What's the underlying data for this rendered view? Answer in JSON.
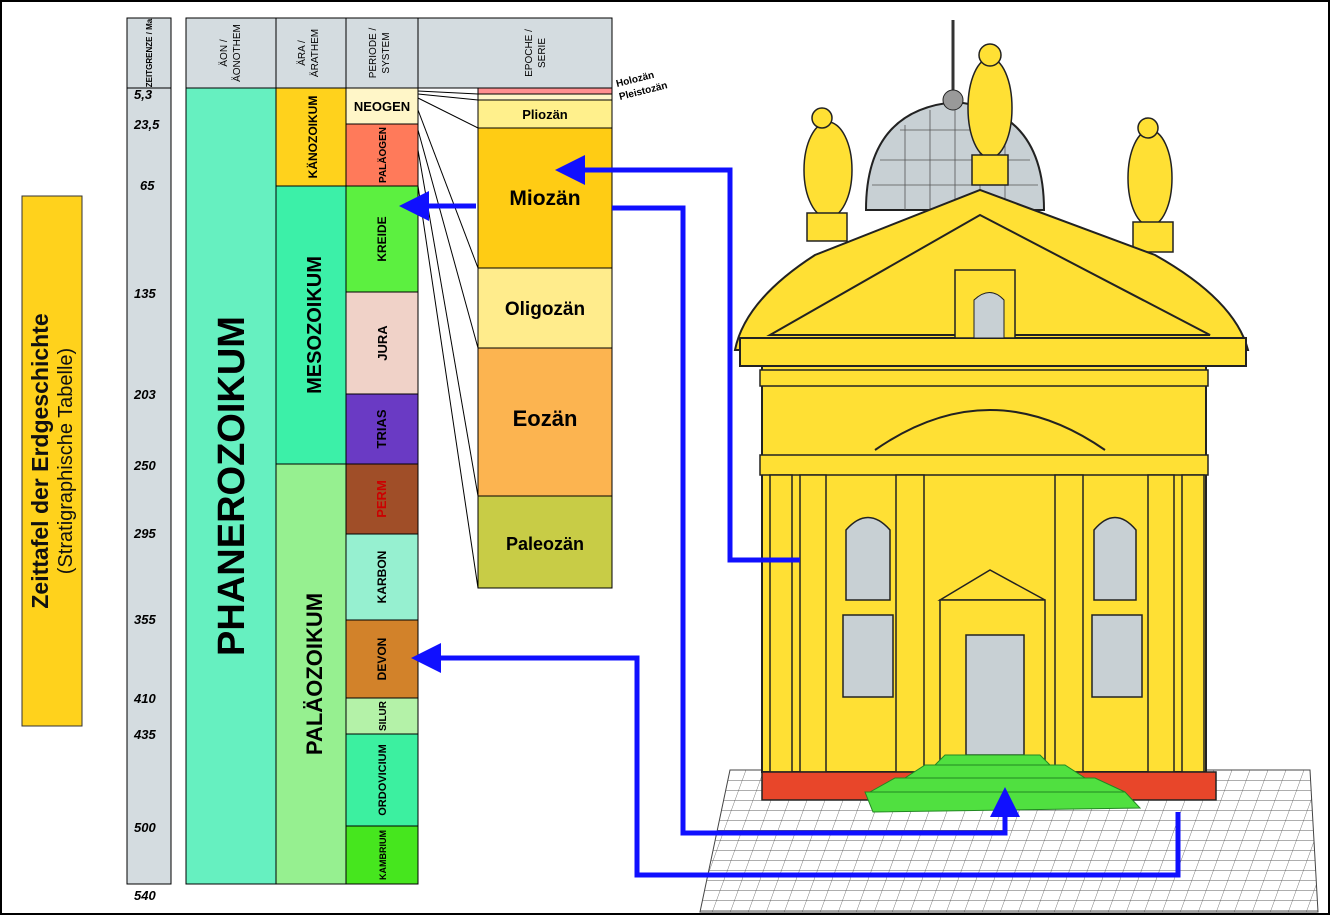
{
  "title": {
    "line1": "Zeittafel der Erdgeschichte",
    "line2": "(Stratigraphische Tabelle)"
  },
  "headers": {
    "zeit": "ZEITGRENZE / Ma",
    "aeon1": "ÄON /",
    "aeon2": "ÄONOTHEM",
    "aera1": "ÄRA /",
    "aera2": "ÄRATHEM",
    "periode1": "PERIODE /",
    "periode2": "SYSTEM",
    "epoche1": "EPOCHE /",
    "epoche2": "SERIE"
  },
  "ages": [
    "5,3",
    "23,5",
    "65",
    "135",
    "203",
    "250",
    "295",
    "355",
    "410",
    "435",
    "500",
    "540"
  ],
  "aeon": "PHANEROZOIKUM",
  "eras": [
    "KÄNOZOIKUM",
    "MESOZOIKUM",
    "PALÄOZOIKUM"
  ],
  "periods": [
    "NEOGEN",
    "PALÄOGEN",
    "KREIDE",
    "JURA",
    "TRIAS",
    "PERM",
    "KARBON",
    "DEVON",
    "SILUR",
    "ORDOVICIUM",
    "KAMBRIUM"
  ],
  "epochs": [
    "Pliozän",
    "Miozän",
    "Oligozän",
    "Eozän",
    "Paleozän"
  ],
  "epoch_notes": {
    "holozaen": "Holozän",
    "pleistozaen": "Pleistozän"
  },
  "colors": {
    "aeon": "#66f0c0",
    "kaenozoikum": "#ffd21c",
    "mesozoikum": "#3cf0a8",
    "palaeozoikum": "#96f090",
    "neogen": "#fff6c8",
    "palaeogen": "#ff7a5a",
    "kreide": "#5cf040",
    "jura": "#f0d2c8",
    "trias": "#6a3ac4",
    "perm": "#a04e28",
    "karbon": "#96f0d0",
    "devon": "#d2822a",
    "silur": "#b4f2a8",
    "ordovicium": "#3cf0a0",
    "kambrium": "#46e61e",
    "pliozaen": "#fff08c",
    "miozaen": "#ffcc14",
    "oligozaen": "#ffec8c",
    "eozaen": "#fcb450",
    "paleozaen": "#c8cc46",
    "arrow": "#1010ff",
    "building": "#ffe034",
    "steps": "#50e040",
    "plinth": "#e8462a",
    "title_box": "#ffd21c"
  }
}
